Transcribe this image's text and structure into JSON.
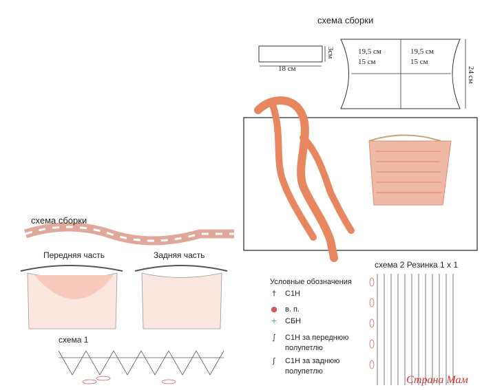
{
  "assembly_top": {
    "title": "схема сборки",
    "strap_length": "18 см",
    "strap_height": "3см",
    "panel_left_w1": "19,5 см",
    "panel_left_w2": "15 см",
    "panel_right_w1": "19,5 см",
    "panel_right_w2": "15 см",
    "panel_height": "24 см"
  },
  "assembly_bottom": {
    "title": "схема сборки",
    "front_label": "Передняя часть",
    "back_label": "Задняя часть",
    "scheme1_label": "схема 1"
  },
  "legend": {
    "title": "Условные обозначения",
    "items": [
      {
        "symbol": "stitch-c1h-icon",
        "text": "С1Н"
      },
      {
        "symbol": "chain-stitch-icon",
        "text": "в. п."
      },
      {
        "symbol": "sc-cross-icon",
        "text": "СБН"
      },
      {
        "symbol": "c1h-front-loop-icon",
        "text": "С1Н за переднюю\nполупетлю"
      },
      {
        "symbol": "c1h-back-loop-icon",
        "text": "С1Н за заднюю\nполупетлю"
      }
    ]
  },
  "scheme2": {
    "title": "схема 2 Резинка 1 х 1"
  },
  "watermark": "Страна Мам",
  "colors": {
    "coral": "#e8927c",
    "pink_bag": "#f0b9a6",
    "line": "#333333",
    "chain": "#d65a5a"
  }
}
